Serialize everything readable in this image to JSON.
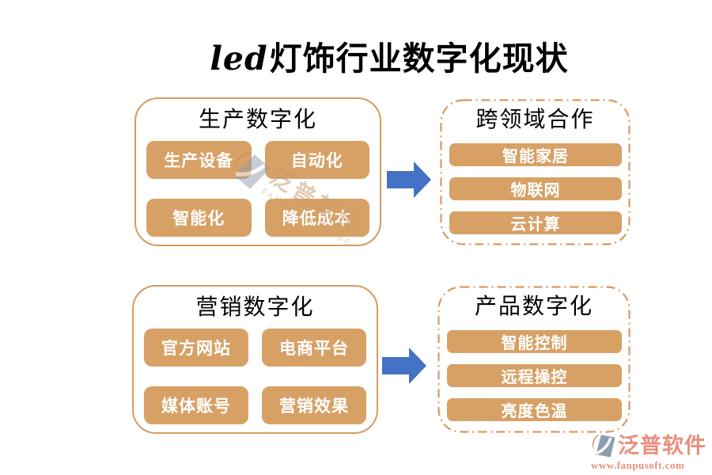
{
  "title": {
    "latin": "led",
    "cn": "灯饰行业数字化现状"
  },
  "groups": [
    {
      "id": "production",
      "title": "生产数字化",
      "border": "solid",
      "items": [
        "生产设备",
        "自动化",
        "智能化",
        "降低成本"
      ]
    },
    {
      "id": "cross-domain",
      "title": "跨领域合作",
      "border": "dash-dot",
      "items": [
        "智能家居",
        "物联网",
        "云计算"
      ]
    },
    {
      "id": "marketing",
      "title": "营销数字化",
      "border": "solid",
      "items": [
        "官方网站",
        "电商平台",
        "媒体账号",
        "营销效果"
      ]
    },
    {
      "id": "product",
      "title": "产品数字化",
      "border": "dash-dot",
      "items": [
        "智能控制",
        "远程操控",
        "亮度色温"
      ]
    }
  ],
  "watermark": {
    "cn": "泛普软件",
    "en": "FANPU SOFTWARE"
  },
  "footer_logo": {
    "cn": "泛普软件",
    "url": "www.fanpusoft.com"
  },
  "colors": {
    "title_text": "#000000",
    "box_border": "#D49B61",
    "button_bg": "#D7A166",
    "button_text": "#FFFFFF",
    "arrow": "#4472C4",
    "watermark_tan": "#C9996B",
    "logo_gray": "#8D9DB0",
    "logo_red": "#D96F5A",
    "footer_text": "#E8907C"
  }
}
